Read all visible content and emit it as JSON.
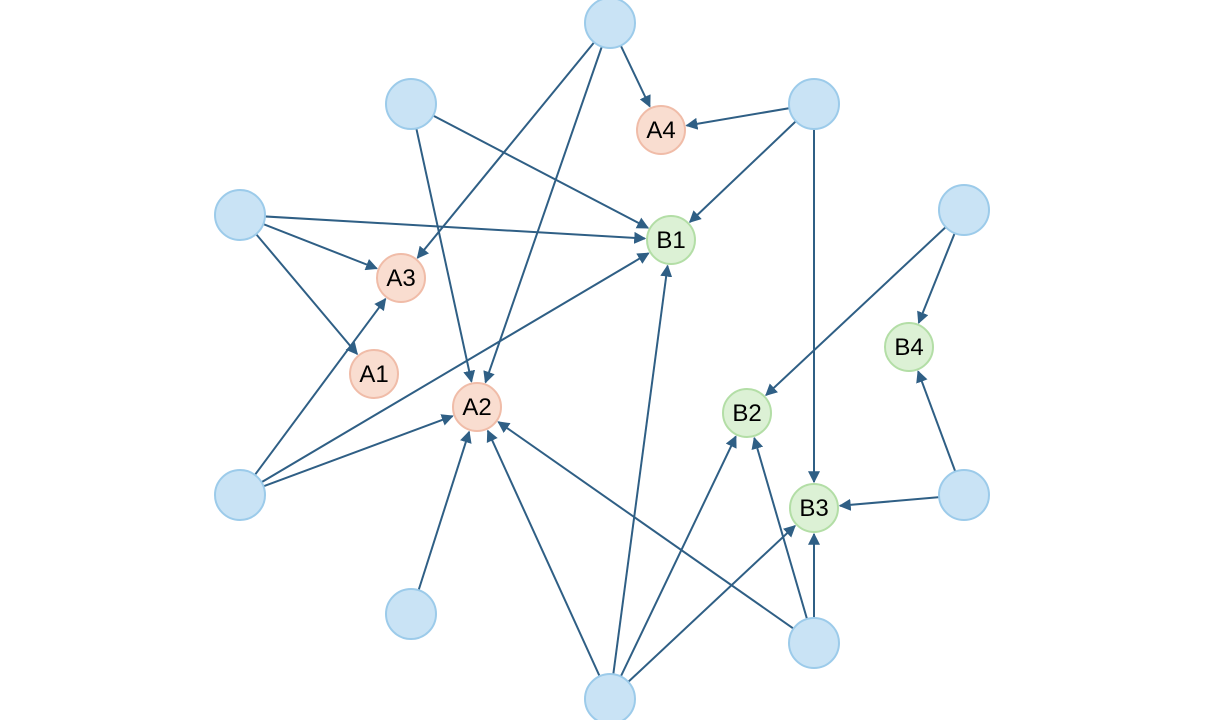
{
  "colors": {
    "edge": "#2f5f85",
    "source_fill": "#c9e3f5",
    "source_stroke": "#9ccbea",
    "group_a_fill": "#f9ddd0",
    "group_a_stroke": "#f0bca8",
    "group_b_fill": "#dcf1d5",
    "group_b_stroke": "#b3dea6"
  },
  "nodes": [
    {
      "id": "s1",
      "label": "",
      "group": "source"
    },
    {
      "id": "s2",
      "label": "",
      "group": "source"
    },
    {
      "id": "s3",
      "label": "",
      "group": "source"
    },
    {
      "id": "s4",
      "label": "",
      "group": "source"
    },
    {
      "id": "s5",
      "label": "",
      "group": "source"
    },
    {
      "id": "s6",
      "label": "",
      "group": "source"
    },
    {
      "id": "s7",
      "label": "",
      "group": "source"
    },
    {
      "id": "s8",
      "label": "",
      "group": "source"
    },
    {
      "id": "s9",
      "label": "",
      "group": "source"
    },
    {
      "id": "s10",
      "label": "",
      "group": "source"
    },
    {
      "id": "A1",
      "label": "A1",
      "group": "a"
    },
    {
      "id": "A2",
      "label": "A2",
      "group": "a"
    },
    {
      "id": "A3",
      "label": "A3",
      "group": "a"
    },
    {
      "id": "A4",
      "label": "A4",
      "group": "a"
    },
    {
      "id": "B1",
      "label": "B1",
      "group": "b"
    },
    {
      "id": "B2",
      "label": "B2",
      "group": "b"
    },
    {
      "id": "B3",
      "label": "B3",
      "group": "b"
    },
    {
      "id": "B4",
      "label": "B4",
      "group": "b"
    }
  ],
  "edges": [
    {
      "from": "s1",
      "to": "A4"
    },
    {
      "from": "s1",
      "to": "A3"
    },
    {
      "from": "s1",
      "to": "A2"
    },
    {
      "from": "s2",
      "to": "B1"
    },
    {
      "from": "s2",
      "to": "A2"
    },
    {
      "from": "s3",
      "to": "A4"
    },
    {
      "from": "s3",
      "to": "B1"
    },
    {
      "from": "s3",
      "to": "B3"
    },
    {
      "from": "s4",
      "to": "B1"
    },
    {
      "from": "s4",
      "to": "A3"
    },
    {
      "from": "s4",
      "to": "A1"
    },
    {
      "from": "s5",
      "to": "B4"
    },
    {
      "from": "s5",
      "to": "B2"
    },
    {
      "from": "s6",
      "to": "A3"
    },
    {
      "from": "s6",
      "to": "B1"
    },
    {
      "from": "s6",
      "to": "A2"
    },
    {
      "from": "s7",
      "to": "B4"
    },
    {
      "from": "s7",
      "to": "B3"
    },
    {
      "from": "s8",
      "to": "A2"
    },
    {
      "from": "s9",
      "to": "A2"
    },
    {
      "from": "s9",
      "to": "B1"
    },
    {
      "from": "s9",
      "to": "B2"
    },
    {
      "from": "s9",
      "to": "B3"
    },
    {
      "from": "s10",
      "to": "A2"
    },
    {
      "from": "s10",
      "to": "B2"
    },
    {
      "from": "s10",
      "to": "B3"
    }
  ]
}
